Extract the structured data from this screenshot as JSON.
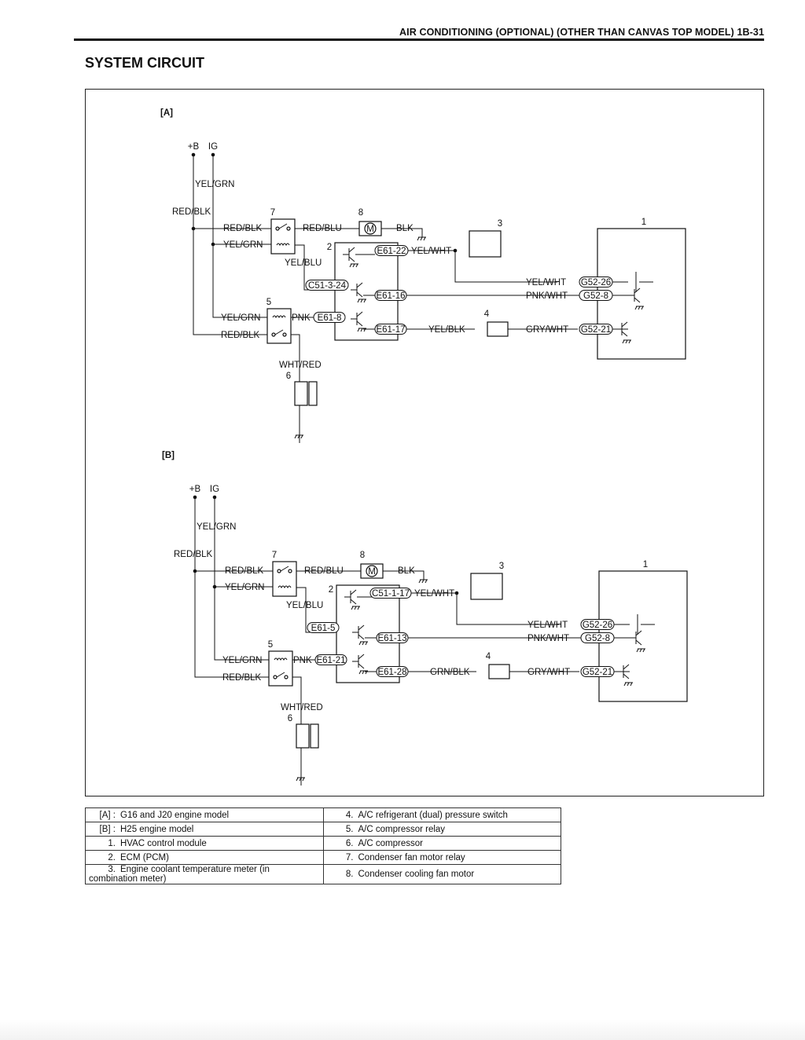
{
  "header": {
    "title": "AIR CONDITIONING (OPTIONAL) (OTHER THAN CANVAS TOP MODEL) 1B-31",
    "section": "SYSTEM CIRCUIT"
  },
  "diagram": {
    "circuits": [
      {
        "tag": "[A]",
        "supply": [
          "+B",
          "IG"
        ],
        "wires": [
          "YEL/GRN",
          "RED/BLK",
          "RED/BLK",
          "YEL/GRN",
          "RED/BLU",
          "BLK",
          "YEL/BLU",
          "YEL/GRN",
          "RED/BLK",
          "PNK",
          "WHT/RED",
          "YEL/WHT",
          "YEL/BLK",
          "YEL/WHT",
          "PNK/WHT",
          "GRY/WHT"
        ],
        "connectors": [
          "E61-22",
          "C51-3-24",
          "E61-16",
          "E61-8",
          "E61-17",
          "G52-26",
          "G52-8",
          "G52-21"
        ],
        "numbers": [
          "1",
          "2",
          "3",
          "4",
          "5",
          "6",
          "7",
          "8"
        ],
        "motor": "M"
      },
      {
        "tag": "[B]",
        "supply": [
          "+B",
          "IG"
        ],
        "wires": [
          "YEL/GRN",
          "RED/BLK",
          "RED/BLK",
          "YEL/GRN",
          "RED/BLU",
          "BLK",
          "YEL/BLU",
          "YEL/GRN",
          "RED/BLK",
          "PNK",
          "WHT/RED",
          "YEL/WHT",
          "GRN/BLK",
          "YEL/WHT",
          "PNK/WHT",
          "GRY/WHT"
        ],
        "connectors": [
          "C51-1-17",
          "E61-5",
          "E61-13",
          "E61-21",
          "E61-28",
          "G52-26",
          "G52-8",
          "G52-21"
        ],
        "numbers": [
          "1",
          "2",
          "3",
          "4",
          "5",
          "6",
          "7",
          "8"
        ],
        "motor": "M"
      }
    ]
  },
  "legend": {
    "rows": [
      [
        {
          "key": "[A] :",
          "text": "G16 and J20 engine model"
        },
        {
          "key": "4.",
          "text": "A/C refrigerant (dual) pressure switch"
        }
      ],
      [
        {
          "key": "[B] :",
          "text": "H25 engine model"
        },
        {
          "key": "5.",
          "text": "A/C compressor relay"
        }
      ],
      [
        {
          "key": "1.",
          "text": "HVAC control module"
        },
        {
          "key": "6.",
          "text": "A/C compressor"
        }
      ],
      [
        {
          "key": "2.",
          "text": "ECM (PCM)"
        },
        {
          "key": "7.",
          "text": "Condenser fan motor relay"
        }
      ],
      [
        {
          "key": "3.",
          "text": "Engine coolant temperature meter (in combination meter)"
        },
        {
          "key": "8.",
          "text": "Condenser cooling fan motor"
        }
      ]
    ]
  }
}
